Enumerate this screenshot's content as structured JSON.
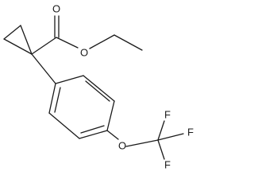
{
  "molecule": {
    "atoms": {
      "carbonyl_oxygen": "O",
      "ester_oxygen": "O",
      "ether_oxygen": "O",
      "fluorine_1": "F",
      "fluorine_2": "F",
      "fluorine_3": "F"
    }
  }
}
